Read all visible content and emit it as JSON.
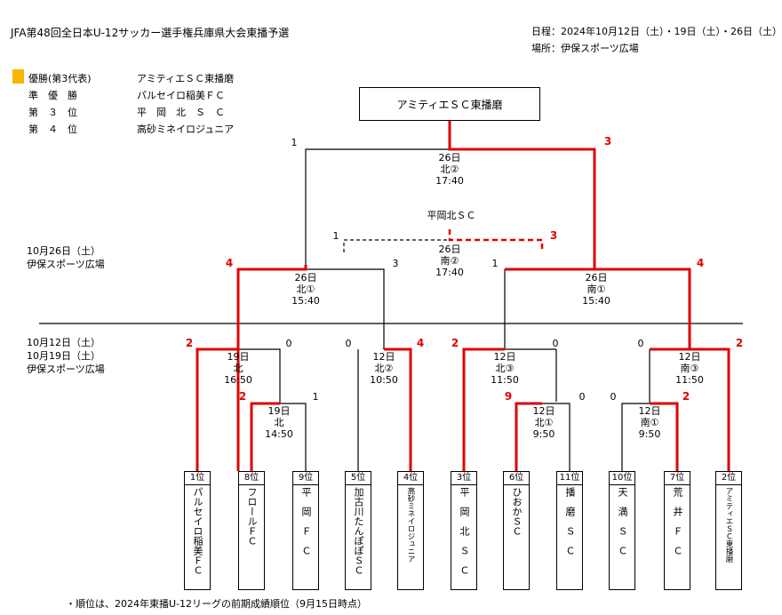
{
  "header": {
    "title": "JFA第48回全日本U-12サッカー選手権兵庫県大会東播予選",
    "schedule": "日程：2024年10月12日（土）・19日（土）・26日（土）",
    "place": "場所：伊保スポーツ広場"
  },
  "results": [
    {
      "rank": "優勝(第3代表)",
      "team": "アミティエＳＣ東播磨"
    },
    {
      "rank": "準　優　勝",
      "team": "パルセイロ稲美ＦＣ"
    },
    {
      "rank": "第　３　位",
      "team": "平　岡　北　Ｓ　Ｃ"
    },
    {
      "rank": "第　４　位",
      "team": "高砂ミネイロジュニア"
    }
  ],
  "champion": "アミティエＳＣ東播磨",
  "venues": {
    "final_date": "10月26日（土）",
    "final_place": "伊保スポーツ広場",
    "early_date1": "10月12日（土）",
    "early_date2": "10月19日（土）",
    "early_place": "伊保スポーツ広場"
  },
  "third_place_winner": "平岡北ＳＣ",
  "matches": {
    "final": {
      "date": "26日",
      "field": "北②",
      "time": "17:40",
      "score_left": "1",
      "score_right": "3"
    },
    "third": {
      "date": "26日",
      "field": "南②",
      "time": "17:40",
      "score_left": "1",
      "score_right": "3"
    },
    "sf1": {
      "date": "26日",
      "field": "北①",
      "time": "15:40",
      "score_left": "4",
      "score_right": "3"
    },
    "sf2": {
      "date": "26日",
      "field": "南①",
      "time": "15:40",
      "score_left": "1",
      "score_right": "4"
    },
    "qf1": {
      "date": "19日",
      "field": "北",
      "time": "16:50",
      "score_left": "2",
      "score_right": "0"
    },
    "qf2": {
      "date": "12日",
      "field": "北②",
      "time": "10:50",
      "score_left": "0",
      "score_right": "4"
    },
    "qf3": {
      "date": "12日",
      "field": "北③",
      "time": "11:50",
      "score_left": "2",
      "score_right": "0"
    },
    "qf4": {
      "date": "12日",
      "field": "南③",
      "time": "11:50",
      "score_left": "0",
      "score_right": "2"
    },
    "r1a": {
      "date": "19日",
      "field": "北",
      "time": "14:50",
      "score_left": "2",
      "score_right": "1"
    },
    "r1b": {
      "date": "12日",
      "field": "北①",
      "time": "9:50",
      "score_left": "9",
      "score_right": "0"
    },
    "r1c": {
      "date": "12日",
      "field": "南①",
      "time": "9:50",
      "score_left": "0",
      "score_right": "2"
    }
  },
  "teams": [
    {
      "rank": "1位",
      "name": "パルセイロ稲美ＦＣ"
    },
    {
      "rank": "8位",
      "name": "フロールＦＣ"
    },
    {
      "rank": "9位",
      "name": "平　岡　Ｆ　Ｃ"
    },
    {
      "rank": "5位",
      "name": "加古川たんぽぽＳＣ"
    },
    {
      "rank": "4位",
      "name": "高砂ミネイロジュニア"
    },
    {
      "rank": "3位",
      "name": "平　岡　北　Ｓ　Ｃ"
    },
    {
      "rank": "6位",
      "name": "ひおかＳＣ"
    },
    {
      "rank": "11位",
      "name": "播　磨　Ｓ　Ｃ"
    },
    {
      "rank": "10位",
      "name": "天　満　Ｓ　Ｃ"
    },
    {
      "rank": "7位",
      "name": "荒　井　Ｆ　Ｃ"
    },
    {
      "rank": "2位",
      "name": "アミティエＳＣ東播磨"
    }
  ],
  "footnote": "・順位は、2024年東播U-12リーグの前期成績順位（9月15日時点）",
  "colors": {
    "win_line": "#e00000",
    "gold_marker": "#f5b800"
  }
}
